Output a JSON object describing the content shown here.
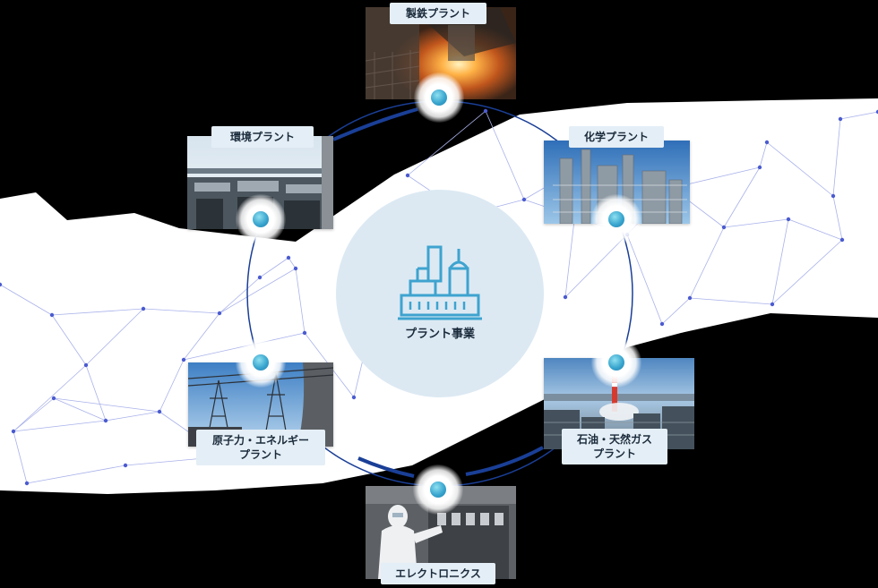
{
  "center": {
    "title": "プラント事業",
    "icon": "factory-icon"
  },
  "plants": [
    {
      "id": "steel",
      "lines": [
        "製鉄プラント"
      ],
      "photo": "steel-furnace-photo"
    },
    {
      "id": "chemical",
      "lines": [
        "化学プラント"
      ],
      "photo": "chemical-plant-photo"
    },
    {
      "id": "oil-gas",
      "lines": [
        "石油・天然ガス",
        "プラント"
      ],
      "photo": "oil-gas-harbor-photo"
    },
    {
      "id": "electronics",
      "lines": [
        "エレクトロニクス"
      ],
      "photo": "cleanroom-worker-photo"
    },
    {
      "id": "nuclear",
      "lines": [
        "原子力・エネルギー",
        "プラント"
      ],
      "photo": "power-towers-photo"
    },
    {
      "id": "environment",
      "lines": [
        "環境プラント"
      ],
      "photo": "water-treatment-photo"
    }
  ],
  "colors": {
    "background": "#000000",
    "network_band": "#ffffff",
    "network_line": "#a9b2ea",
    "network_node": "#4b5bd0",
    "ring": "#1a3f97",
    "center_disc": "#dce9f3",
    "label_bg": "#e4eef6",
    "node_dot": "#3aa6cf"
  }
}
